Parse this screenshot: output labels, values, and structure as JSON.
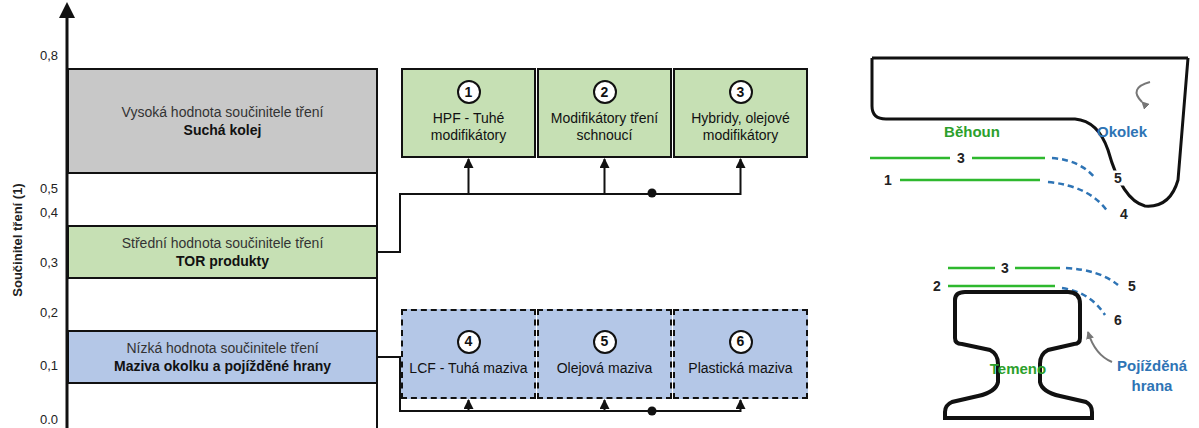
{
  "diagram": {
    "nodes": [
      {
        "text": [
          "Vysoká hodnota součinitele tření",
          "Suchá kolej"
        ]
      },
      {
        "text": []
      },
      {
        "text": [
          "1"
        ],
        "in": 1
      },
      {
        "text": []
      },
      {
        "text": [
          "2"
        ],
        "in": 3
      },
      {
        "text": []
      },
      {
        "text": [
          "3"
        ],
        "in": 5
      },
      {
        "text": [
          "Střední hodnota součinitele tření",
          "TOR produkty"
        ]
      },
      {
        "text": []
      },
      {
        "text": [
          "4"
        ],
        "in": 8
      },
      {
        "text": []
      },
      {
        "text": [
          "5"
        ],
        "in": 10
      },
      {
        "text": []
      },
      {
        "text": [
          "6"
        ],
        "in": 12
      },
      {
        "text": [
          "Nízká hodnota součinitele tření",
          "Maziva okolku a pojížděné hrany"
        ]
      }
    ],
    "edges": [
      {
        "from": 7,
        "to": 1,
        "arrow": "to"
      },
      {
        "from": 7,
        "to": 3,
        "arrow": "to"
      },
      {
        "from": 7,
        "to": 5,
        "arrow": "to"
      },
      {
        "from": 14,
        "to": 8,
        "arrow": "to"
      },
      {
        "from": 14,
        "to": 10,
        "arrow": "to"
      },
      {
        "from": 14,
        "to": 12,
        "arrow": "to"
      }
    ],
    "labels": [
      "HPF - Tuhé modifikátory",
      "Modifikátory tření schnoucí",
      "Hybridy, olejové modifikátory",
      "LCF - Tuhá maziva",
      "Olejová maziva",
      "Plastická maziva",
      "0,8",
      "0,5",
      "0,4",
      "0,3",
      "0,2",
      "0,1",
      "0.0",
      "Součinitel tření (1)",
      "Běhoun",
      "Okolek",
      "3",
      "1",
      "5",
      "4",
      "3",
      "2",
      "5",
      "6",
      "Temeno",
      "Pojížděná hrana"
    ]
  }
}
